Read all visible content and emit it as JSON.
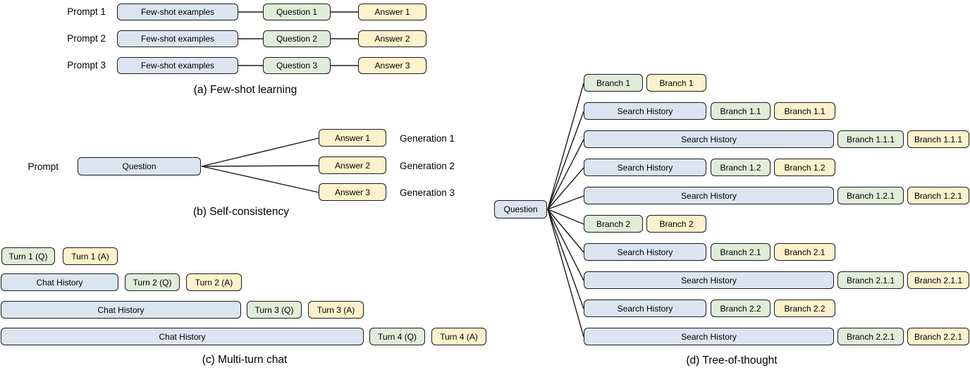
{
  "colors": {
    "blue": "#dbe5f1",
    "green": "#e0edd9",
    "yellow": "#fdf2cc",
    "border": "#1a1a1a"
  },
  "panels": {
    "few_shot": {
      "caption": "(a) Few-shot learning",
      "rows": [
        {
          "label": "Prompt 1",
          "boxes": [
            {
              "text": "Few-shot examples",
              "color": "blue"
            },
            {
              "text": "Question 1",
              "color": "green"
            },
            {
              "text": "Answer 1",
              "color": "yellow"
            }
          ]
        },
        {
          "label": "Prompt 2",
          "boxes": [
            {
              "text": "Few-shot examples",
              "color": "blue"
            },
            {
              "text": "Question 2",
              "color": "green"
            },
            {
              "text": "Answer 2",
              "color": "yellow"
            }
          ]
        },
        {
          "label": "Prompt 3",
          "boxes": [
            {
              "text": "Few-shot examples",
              "color": "blue"
            },
            {
              "text": "Question 3",
              "color": "green"
            },
            {
              "text": "Answer 3",
              "color": "yellow"
            }
          ]
        }
      ]
    },
    "self_consistency": {
      "caption": "(b) Self-consistency",
      "prompt_label": "Prompt",
      "question": {
        "text": "Question",
        "color": "blue"
      },
      "generations": [
        {
          "answer": "Answer 1",
          "label": "Generation 1",
          "color": "yellow"
        },
        {
          "answer": "Answer 2",
          "label": "Generation 2",
          "color": "yellow"
        },
        {
          "answer": "Answer 3",
          "label": "Generation 3",
          "color": "yellow"
        }
      ]
    },
    "multi_turn": {
      "caption": "(c) Multi-turn chat",
      "rows": [
        {
          "boxes": [
            {
              "text": "Turn 1 (Q)",
              "color": "green"
            },
            {
              "text": "Turn 1 (A)",
              "color": "yellow"
            }
          ]
        },
        {
          "boxes": [
            {
              "text": "Chat History",
              "color": "blue"
            },
            {
              "text": "Turn 2 (Q)",
              "color": "green"
            },
            {
              "text": "Turn 2 (A)",
              "color": "yellow"
            }
          ]
        },
        {
          "boxes": [
            {
              "text": "Chat History",
              "color": "blue"
            },
            {
              "text": "Turn 3 (Q)",
              "color": "green"
            },
            {
              "text": "Turn 3 (A)",
              "color": "yellow"
            }
          ]
        },
        {
          "boxes": [
            {
              "text": "Chat History",
              "color": "blue"
            },
            {
              "text": "Turn 4 (Q)",
              "color": "green"
            },
            {
              "text": "Turn 4 (A)",
              "color": "yellow"
            }
          ]
        }
      ]
    },
    "tree_of_thought": {
      "caption": "(d) Tree-of-thought",
      "root": {
        "text": "Question",
        "color": "blue"
      },
      "rows": [
        {
          "boxes": [
            {
              "text": "Branch 1",
              "color": "green"
            },
            {
              "text": "Branch 1",
              "color": "yellow"
            }
          ]
        },
        {
          "boxes": [
            {
              "text": "Search History",
              "color": "blue"
            },
            {
              "text": "Branch 1.1",
              "color": "green"
            },
            {
              "text": "Branch 1.1",
              "color": "yellow"
            }
          ]
        },
        {
          "boxes": [
            {
              "text": "Search History",
              "color": "blue"
            },
            {
              "text": "Branch 1.1.1",
              "color": "green"
            },
            {
              "text": "Branch 1.1.1",
              "color": "yellow"
            }
          ]
        },
        {
          "boxes": [
            {
              "text": "Search History",
              "color": "blue"
            },
            {
              "text": "Branch 1.2",
              "color": "green"
            },
            {
              "text": "Branch 1.2",
              "color": "yellow"
            }
          ]
        },
        {
          "boxes": [
            {
              "text": "Search History",
              "color": "blue"
            },
            {
              "text": "Branch 1.2.1",
              "color": "green"
            },
            {
              "text": "Branch 1.2.1",
              "color": "yellow"
            }
          ]
        },
        {
          "boxes": [
            {
              "text": "Branch 2",
              "color": "green"
            },
            {
              "text": "Branch 2",
              "color": "yellow"
            }
          ]
        },
        {
          "boxes": [
            {
              "text": "Search History",
              "color": "blue"
            },
            {
              "text": "Branch 2.1",
              "color": "green"
            },
            {
              "text": "Branch 2.1",
              "color": "yellow"
            }
          ]
        },
        {
          "boxes": [
            {
              "text": "Search History",
              "color": "blue"
            },
            {
              "text": "Branch 2.1.1",
              "color": "green"
            },
            {
              "text": "Branch 2.1.1",
              "color": "yellow"
            }
          ]
        },
        {
          "boxes": [
            {
              "text": "Search History",
              "color": "blue"
            },
            {
              "text": "Branch 2.2",
              "color": "green"
            },
            {
              "text": "Branch 2.2",
              "color": "yellow"
            }
          ]
        },
        {
          "boxes": [
            {
              "text": "Search History",
              "color": "blue"
            },
            {
              "text": "Branch 2.2.1",
              "color": "green"
            },
            {
              "text": "Branch 2.2.1",
              "color": "yellow"
            }
          ]
        }
      ]
    }
  }
}
